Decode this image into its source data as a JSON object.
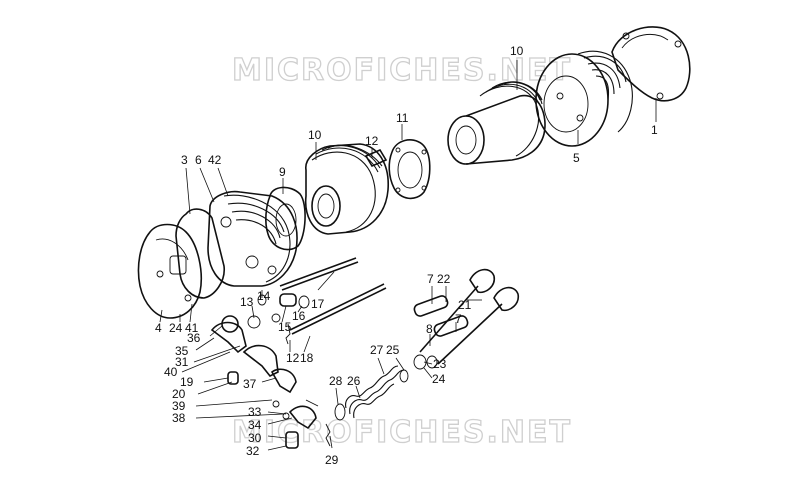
{
  "watermark": {
    "top": "MICROFICHES.NET",
    "bottom": "MICROFICHES.NET"
  },
  "callouts": [
    {
      "id": "c1",
      "label": "1"
    },
    {
      "id": "c5",
      "label": "5"
    },
    {
      "id": "c10a",
      "label": "10"
    },
    {
      "id": "c11",
      "label": "11"
    },
    {
      "id": "c12a",
      "label": "12"
    },
    {
      "id": "c10b",
      "label": "10"
    },
    {
      "id": "c9",
      "label": "9"
    },
    {
      "id": "c3",
      "label": "3"
    },
    {
      "id": "c6",
      "label": "6"
    },
    {
      "id": "c42",
      "label": "42"
    },
    {
      "id": "c7a",
      "label": "7"
    },
    {
      "id": "c22",
      "label": "22"
    },
    {
      "id": "c21",
      "label": "21"
    },
    {
      "id": "c7b",
      "label": "7"
    },
    {
      "id": "c8",
      "label": "8"
    },
    {
      "id": "c17",
      "label": "17"
    },
    {
      "id": "c13",
      "label": "13"
    },
    {
      "id": "c14",
      "label": "14"
    },
    {
      "id": "c16",
      "label": "16"
    },
    {
      "id": "c15",
      "label": "15"
    },
    {
      "id": "c4",
      "label": "4"
    },
    {
      "id": "c24",
      "label": "24"
    },
    {
      "id": "c41",
      "label": "41"
    },
    {
      "id": "c36",
      "label": "36"
    },
    {
      "id": "c35",
      "label": "35"
    },
    {
      "id": "c31",
      "label": "31"
    },
    {
      "id": "c40",
      "label": "40"
    },
    {
      "id": "c12b",
      "label": "12"
    },
    {
      "id": "c18",
      "label": "18"
    },
    {
      "id": "c27",
      "label": "27"
    },
    {
      "id": "c25",
      "label": "25"
    },
    {
      "id": "c23",
      "label": "23"
    },
    {
      "id": "c24b",
      "label": "24"
    },
    {
      "id": "c19",
      "label": "19"
    },
    {
      "id": "c20",
      "label": "20"
    },
    {
      "id": "c37",
      "label": "37"
    },
    {
      "id": "c28",
      "label": "28"
    },
    {
      "id": "c26",
      "label": "26"
    },
    {
      "id": "c39",
      "label": "39"
    },
    {
      "id": "c38",
      "label": "38"
    },
    {
      "id": "c33",
      "label": "33"
    },
    {
      "id": "c34",
      "label": "34"
    },
    {
      "id": "c30",
      "label": "30"
    },
    {
      "id": "c32",
      "label": "32"
    },
    {
      "id": "c29",
      "label": "29"
    }
  ]
}
